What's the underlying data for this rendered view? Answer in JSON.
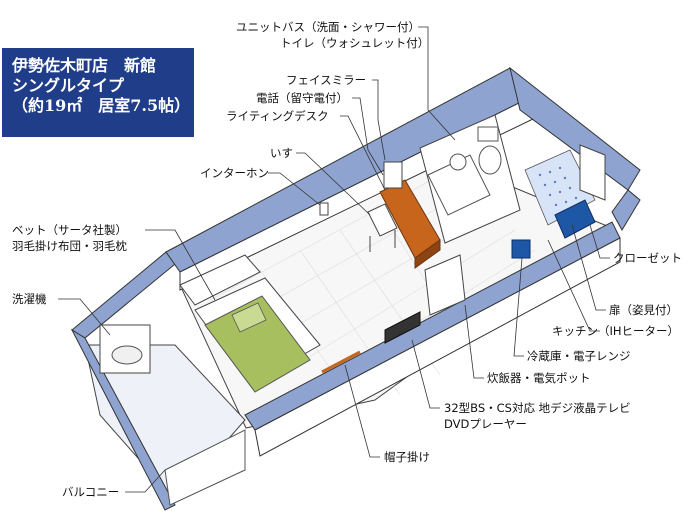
{
  "title": {
    "line1": "伊勢佐木町店　新館",
    "line2": "シングルタイプ",
    "line3": "（約19㎡　居室7.5帖）"
  },
  "labels": {
    "unit_bath_1": "ユニットバス（洗面・シャワー付）",
    "unit_bath_2": "トイレ（ウォシュレット付）",
    "face_mirror": "フェイスミラー",
    "phone": "電話（留守電付）",
    "desk": "ライティングデスク",
    "chair": "いす",
    "intercom": "インターホン",
    "bed_1": "ベット（サータ社製）",
    "bed_2": "羽毛掛け布団・羽毛枕",
    "washer": "洗濯機",
    "closet": "クローゼット",
    "door": "扉（姿見付）",
    "kitchen": "キッチン（IHヒーター）",
    "fridge": "冷蔵庫・電子レンジ",
    "rice": "炊飯器・電気ポット",
    "tv_1": "32型BS・CS対応 地デジ液晶テレビ",
    "tv_2": "DVDプレーヤー",
    "hat": "帽子掛け",
    "balcony": "バルコニー"
  },
  "colors": {
    "wall_top": "#8ea3cf",
    "title_bg": "#1f3d88",
    "bed": "#a7bf5e",
    "desk": "#c8651d",
    "kitchen_tile": "#d7e3f6",
    "appliance_blue": "#1d57a6",
    "floor": "#f7f7f7"
  }
}
